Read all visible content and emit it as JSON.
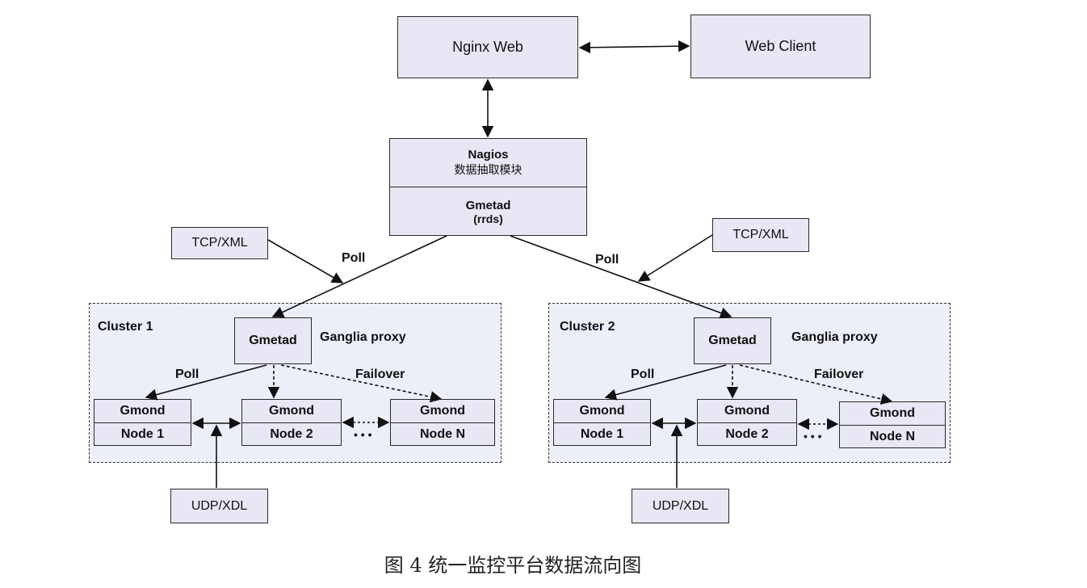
{
  "nginx": "Nginx Web",
  "web_client": "Web Client",
  "nagios": {
    "title": "Nagios",
    "subtitle": "数据抽取模块"
  },
  "gmetad_main": {
    "title": "Gmetad",
    "subtitle": "(rrds)"
  },
  "tcp_xml": "TCP/XML",
  "poll": "Poll",
  "clusters": [
    {
      "name": "Cluster 1",
      "gmetad": "Gmetad",
      "proxy": "Ganglia proxy",
      "poll": "Poll",
      "failover": "Failover",
      "nodes": [
        {
          "top": "Gmond",
          "bottom": "Node 1"
        },
        {
          "top": "Gmond",
          "bottom": "Node 2"
        },
        {
          "top": "Gmond",
          "bottom": "Node N"
        }
      ],
      "ellipsis": "• • •",
      "udp": "UDP/XDL"
    },
    {
      "name": "Cluster 2",
      "gmetad": "Gmetad",
      "proxy": "Ganglia proxy",
      "poll": "Poll",
      "failover": "Failover",
      "nodes": [
        {
          "top": "Gmond",
          "bottom": "Node 1"
        },
        {
          "top": "Gmond",
          "bottom": "Node 2"
        },
        {
          "top": "Gmond",
          "bottom": "Node N"
        }
      ],
      "ellipsis": "• • •",
      "udp": "UDP/XDL"
    }
  ],
  "caption": "图 4  统一监控平台数据流向图"
}
